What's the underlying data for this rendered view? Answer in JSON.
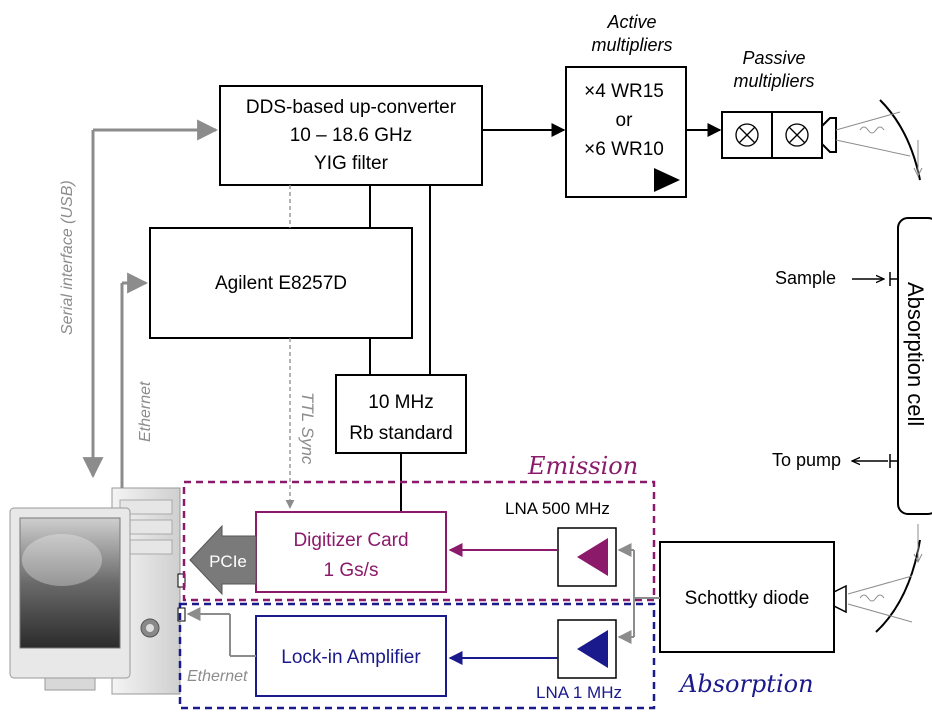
{
  "labels": {
    "active_multipliers_1": "Active",
    "active_multipliers_2": "multipliers",
    "passive_multipliers_1": "Passive",
    "passive_multipliers_2": "multipliers",
    "dds_line1": "DDS-based up-converter",
    "dds_line2": "10 – 18.6 GHz",
    "dds_line3": "YIG filter",
    "mult_line1": "×4 WR15",
    "mult_line2": "or",
    "mult_line3": "×6 WR10",
    "agilent": "Agilent E8257D",
    "rb_line1": "10 MHz",
    "rb_line2": "Rb standard",
    "serial": "Serial interface (USB)",
    "ethernet_top": "Ethernet",
    "ttl_sync": "TTL Sync",
    "sample": "Sample",
    "to_pump": "To pump",
    "absorption_cell": "Absorption cell",
    "emission": "Emission",
    "absorption": "Absorption",
    "lna_500": "LNA 500 MHz",
    "lna_1": "LNA 1 MHz",
    "digitizer_line1": "Digitizer Card",
    "digitizer_line2": "1 Gs/s",
    "pcie": "PCIe",
    "lockin": "Lock-in Amplifier",
    "ethernet_bottom": "Ethernet",
    "schottky": "Schottky diode"
  },
  "colors": {
    "emission": "#8b1a6b",
    "absorption": "#1a1a8c",
    "gray": "#8c8c8c",
    "line": "#000000"
  }
}
